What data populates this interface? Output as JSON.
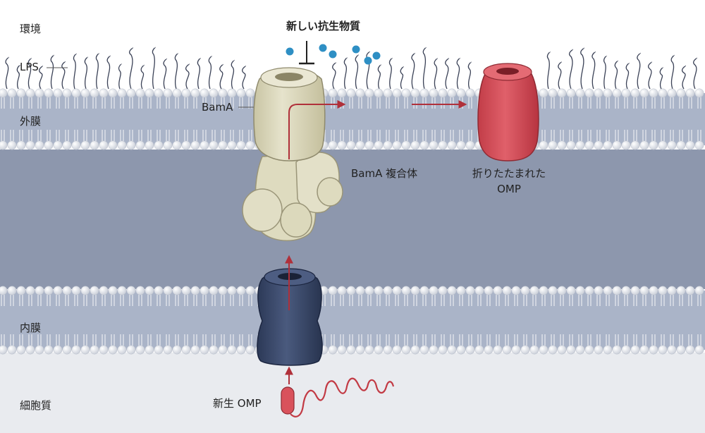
{
  "labels": {
    "environment": "環境",
    "lps": "LPS",
    "outer_membrane": "外膜",
    "inner_membrane": "内膜",
    "cytoplasm": "細胞質",
    "bama": "BamA",
    "bama_complex": "BamA 複合体",
    "new_antibiotic": "新しい抗生物質",
    "folded_omp_line1": "折りたたまれた",
    "folded_omp_line2": "OMP",
    "nascent_omp": "新生 OMP"
  },
  "colors": {
    "periplasm": "#8d97ad",
    "membrane_core": "#aab4c8",
    "lipid_head": "#f2f4f7",
    "lps_chain": "#3a4156",
    "bama": "#d9d6bd",
    "bama_complex": "#e3e0c8",
    "folded_omp": "#d9525c",
    "inner_protein": "#3c4a6a",
    "arrow": "#b0303a",
    "antibiotic": "#2e8fc4"
  }
}
